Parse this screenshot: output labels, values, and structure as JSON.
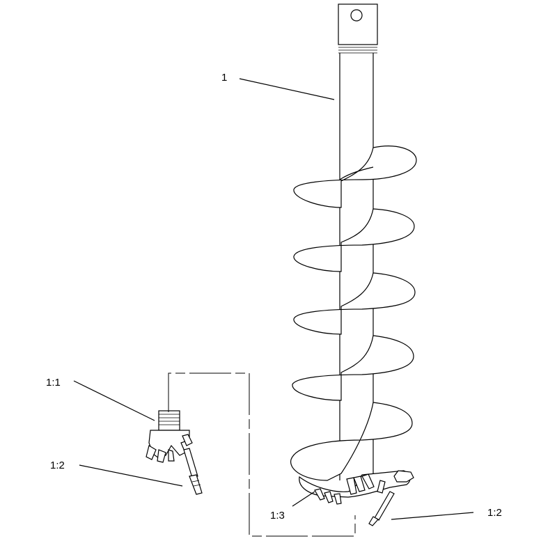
{
  "callouts": {
    "part_1": "1",
    "part_1_1": "1:1",
    "part_1_2_left": "1:2",
    "part_1_2_right": "1:2",
    "part_1_3": "1:3"
  }
}
